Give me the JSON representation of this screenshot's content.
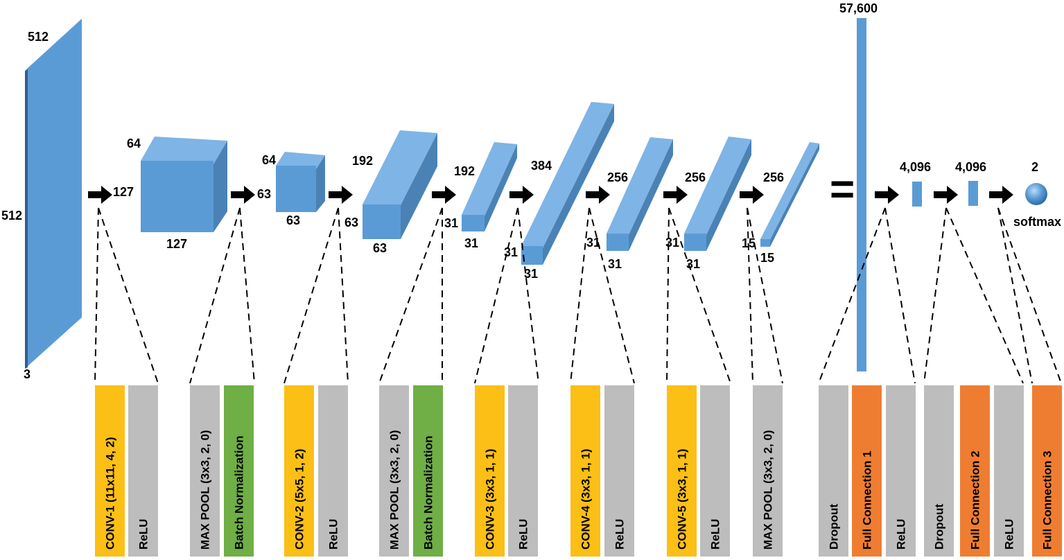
{
  "colors": {
    "front": "#5b9bd5",
    "top": "#7fb4e6",
    "side": "#4a82b5",
    "conv": "#fbbf16",
    "relu": "#bdbdbd",
    "pool": "#bdbdbd",
    "batchnorm": "#6faf46",
    "fc": "#ef7d31",
    "dropout": "#bdbdbd"
  },
  "dims": {
    "input_h": "512",
    "input_w": "512",
    "input_c": "3",
    "l1_c": "64",
    "l1_h": "127",
    "l1_w": "127",
    "l2_c": "64",
    "l2_h": "63",
    "l2_w": "63",
    "l3_c": "192",
    "l3_h": "63",
    "l3_w": "63",
    "l4_c": "192",
    "l4_h": "31",
    "l4_w": "31",
    "l5_c": "384",
    "l5_h": "31",
    "l5_w": "31",
    "l6_c": "256",
    "l6_h": "31",
    "l6_w": "31",
    "l7_c": "256",
    "l7_h": "31",
    "l7_w": "31",
    "l8_c": "256",
    "l8_h": "15",
    "l8_w": "15",
    "flat": "57,600",
    "fc1": "4,096",
    "fc2": "4,096",
    "out": "2",
    "out_label": "softmax"
  },
  "equals": "=",
  "boxes": [
    {
      "label": "CONV-1 (11x11, 4, 2)",
      "kind": "conv"
    },
    {
      "label": "ReLU",
      "kind": "relu"
    },
    {
      "label": "MAX POOL (3x3, 2, 0)",
      "kind": "pool"
    },
    {
      "label": "Batch Normalization",
      "kind": "batchnorm"
    },
    {
      "label": "CONV-2 (5x5, 1, 2)",
      "kind": "conv"
    },
    {
      "label": "ReLU",
      "kind": "relu"
    },
    {
      "label": "MAX POOL (3x3, 2, 0)",
      "kind": "pool"
    },
    {
      "label": "Batch Normalization",
      "kind": "batchnorm"
    },
    {
      "label": "CONV-3 (3x3, 1, 1)",
      "kind": "conv"
    },
    {
      "label": "ReLU",
      "kind": "relu"
    },
    {
      "label": "CONV-4 (3x3, 1, 1)",
      "kind": "conv"
    },
    {
      "label": "ReLU",
      "kind": "relu"
    },
    {
      "label": "CONV-5 (3x3, 1, 1)",
      "kind": "conv"
    },
    {
      "label": "ReLU",
      "kind": "relu"
    },
    {
      "label": "MAX POOL (3x3, 2, 0)",
      "kind": "pool"
    },
    {
      "label": "Dropout",
      "kind": "dropout"
    },
    {
      "label": "Full Connection 1",
      "kind": "fc"
    },
    {
      "label": "ReLU",
      "kind": "relu"
    },
    {
      "label": "Dropout",
      "kind": "dropout"
    },
    {
      "label": "Full Connection 2",
      "kind": "fc"
    },
    {
      "label": "ReLU",
      "kind": "relu"
    },
    {
      "label": "Full Connection 3",
      "kind": "fc"
    }
  ]
}
